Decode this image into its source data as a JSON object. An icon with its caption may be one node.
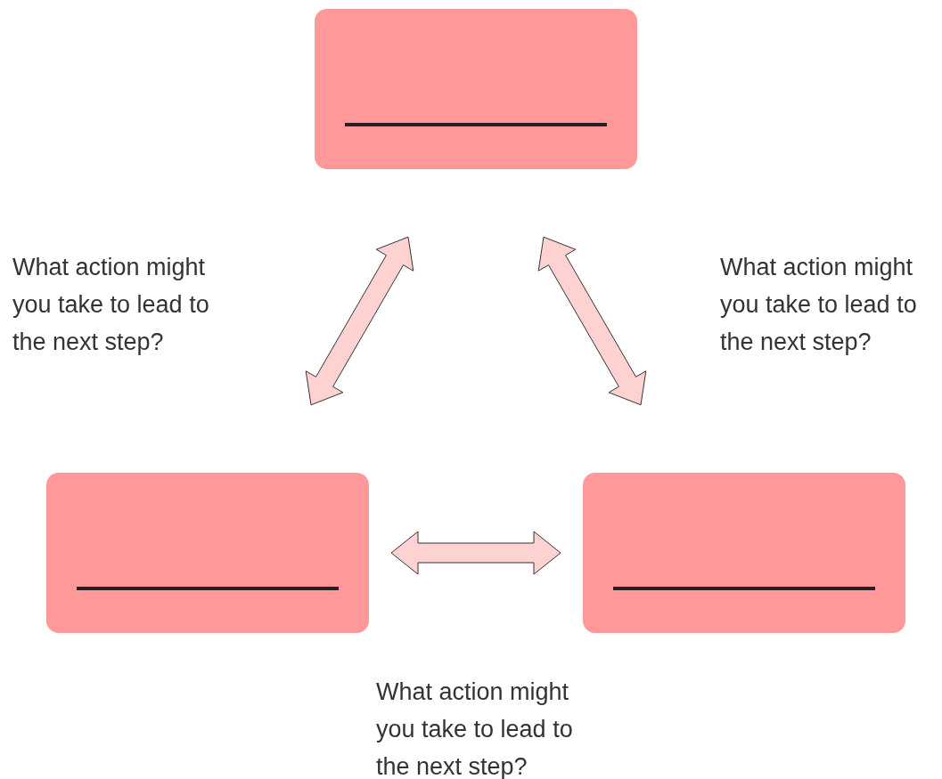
{
  "diagram": {
    "nodes": [
      {
        "text": [],
        "shape": "box"
      },
      {
        "text": [],
        "shape": "box"
      },
      {
        "text": [],
        "shape": "box"
      }
    ],
    "edges": [
      {
        "from": 1,
        "to": 0,
        "arrow": "both"
      },
      {
        "from": 0,
        "to": 2,
        "arrow": "both"
      },
      {
        "from": 1,
        "to": 2,
        "arrow": "both"
      }
    ],
    "labels": [
      "What action might you take to lead to the next step?",
      "What action might you take to lead to the next step?",
      "What action might you take to lead to the next step?"
    ]
  }
}
